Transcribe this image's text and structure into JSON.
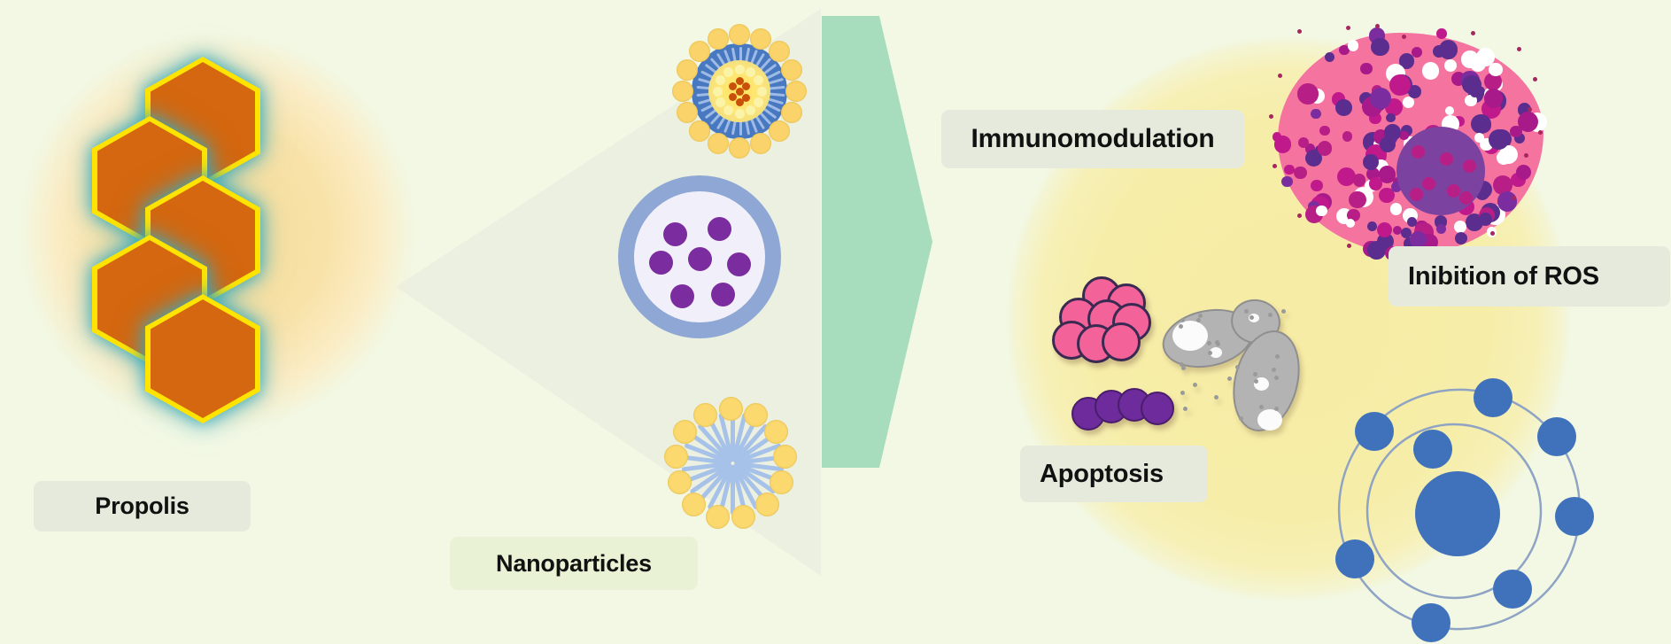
{
  "figure": {
    "title": "Propolis nanoparticles biological effects schematic",
    "background_color": "#f2f8e4"
  },
  "panels": {
    "left": {
      "label": "Propolis",
      "icon_name": "honeycomb-hexagons",
      "hexagon_count": 5,
      "colors": {
        "hex_fill": "#d4670f",
        "hex_border": "#ffe402",
        "glow": "#38aabe",
        "ellipse": "#f7dd9a"
      }
    },
    "middle": {
      "label": "Nanoparticles",
      "funnel_color": "#e9eee0",
      "particles": [
        {
          "name": "liposome-nanoparticle",
          "outer_beads": 16,
          "ring_color": "#4878c0",
          "core_color": "#ffe25b",
          "payload_color": "#c8500b"
        },
        {
          "name": "polymeric-vesicle-nanoparticle",
          "cargo_count": 7,
          "shell_color": "#8fa7d4",
          "lumen_color": "#f1f0fa",
          "cargo_color": "#7b2c9e"
        },
        {
          "name": "micelle-nanoparticle",
          "head_count": 13,
          "head_color": "#fbd96f",
          "tail_color": "#a7c2e8"
        }
      ]
    },
    "arrow": {
      "name": "process-arrow-right",
      "color": "#a7ddbd"
    },
    "right": {
      "circle_color": "#f6eca5",
      "labels": [
        {
          "name": "immunomodulation",
          "text": "Immunomodulation"
        },
        {
          "name": "inibition-of-ros",
          "text": "Inibition of ROS"
        },
        {
          "name": "apoptosis",
          "text": "Apoptosis"
        }
      ],
      "illustrations": [
        {
          "name": "immune-cell-cluster",
          "colors": [
            "#f4739f",
            "#7b42a0",
            "#b81f86",
            "#ffffff"
          ]
        },
        {
          "name": "pink-cell-cluster",
          "color": "#f4629a",
          "cell_count": 8
        },
        {
          "name": "fungal-cells",
          "color": "#b3b3b3",
          "cell_count": 3
        },
        {
          "name": "bacteria-chain",
          "color": "#6d2b9c",
          "cell_count": 4
        },
        {
          "name": "atom-ros-diagram",
          "color": "#3b6fb6",
          "electrons": 8,
          "orbits": 2
        }
      ]
    }
  }
}
